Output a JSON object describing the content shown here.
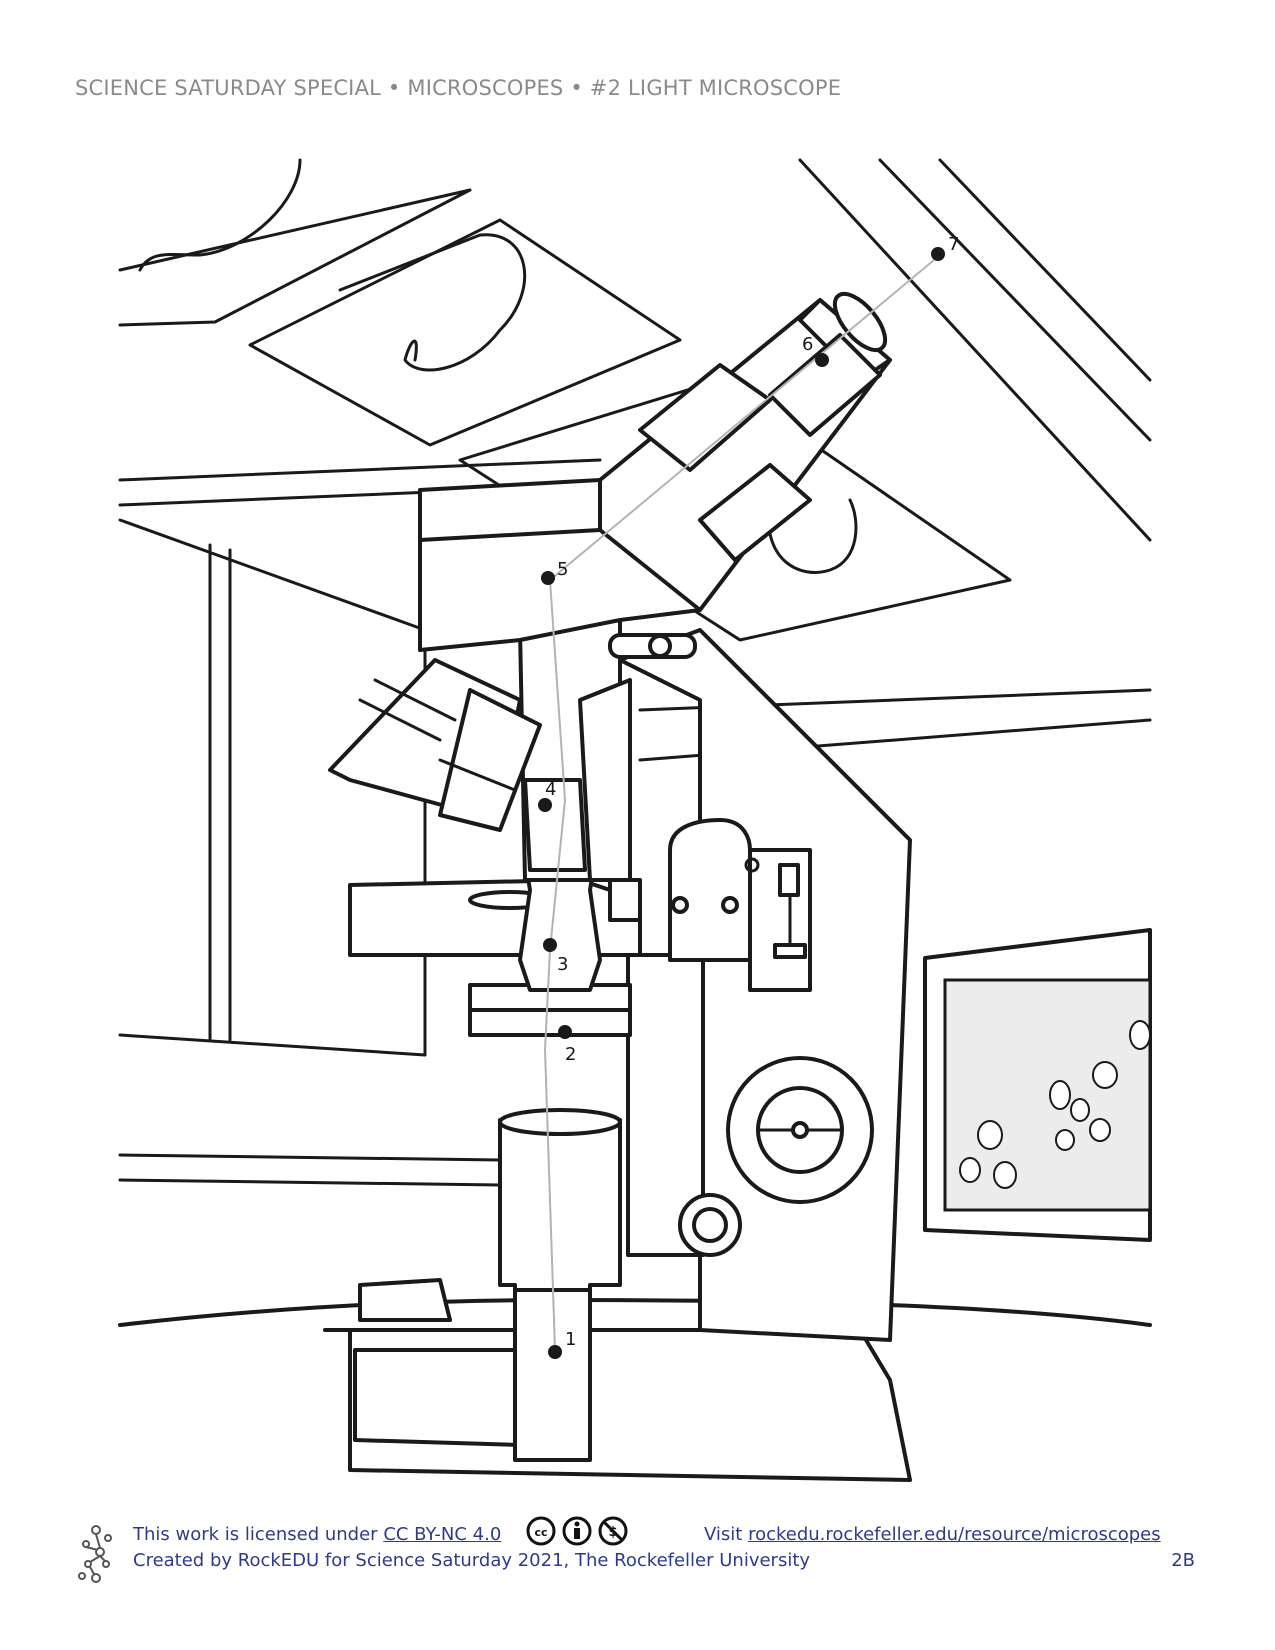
{
  "header": {
    "title": "SCIENCE SATURDAY SPECIAL • MICROSCOPES • #2 LIGHT MICROSCOPE"
  },
  "illustration": {
    "callouts": [
      "1",
      "2",
      "3",
      "4",
      "5",
      "6",
      "7"
    ]
  },
  "footer": {
    "license_prefix": "This work is licensed under ",
    "license_link": "CC BY-NC 4.0",
    "visit_prefix": "Visit ",
    "visit_link": "rockedu.rockefeller.edu/resource/microscopes",
    "credit": "Created by RockEDU for Science Saturday 2021, The Rockefeller University",
    "page_number": "2B",
    "icons": [
      "cc-icon",
      "attribution-icon",
      "noncommercial-icon"
    ]
  }
}
